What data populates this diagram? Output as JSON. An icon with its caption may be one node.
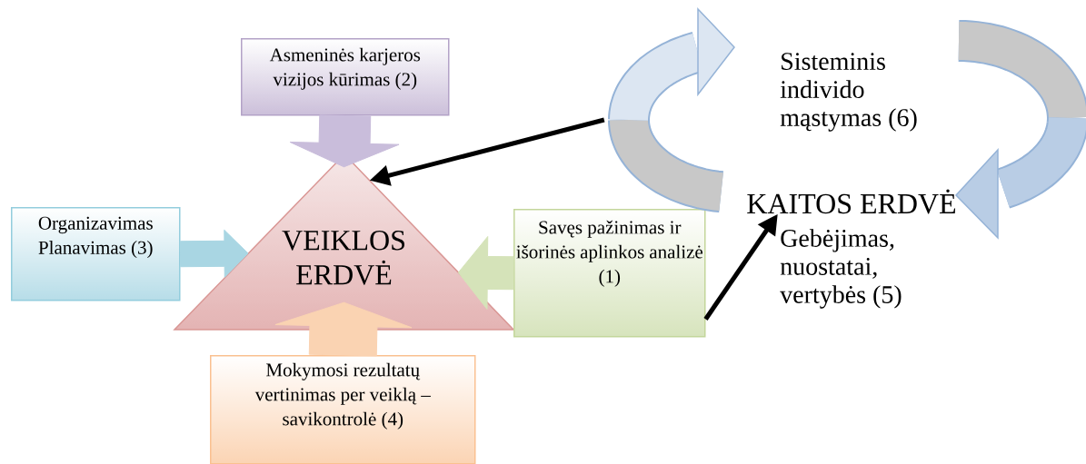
{
  "diagram": {
    "nodes": [
      {
        "text": [
          "VEIKLOS ERDVĖ"
        ]
      },
      {
        "text": [
          "Asmeninės karjeros vizijos kūrimas (2)"
        ]
      },
      {
        "text": [
          "Organizavimas Planavimas (3)"
        ]
      },
      {
        "text": [
          "Savęs pažinimas ir išorinės aplinkos analizė (1)"
        ]
      },
      {
        "text": [
          "Mokymosi rezultatų vertinimas per veiklą – savikontrolė (4)"
        ]
      },
      {
        "text": [],
        "shape": "cycle"
      },
      {
        "text": [
          "Sisteminis individo mąstymas (6)"
        ],
        "in": 5
      },
      {
        "text": [
          "KAITOS ERDVĖ"
        ],
        "in": 5
      },
      {
        "text": [
          "Gebėjimas, nuostatai, vertybės (5)"
        ]
      }
    ],
    "edges": [
      {
        "from": 1,
        "to": 0,
        "arrow": "to",
        "color": "#c9bddb"
      },
      {
        "from": 2,
        "to": 0,
        "arrow": "to",
        "color": "#a9d6e3"
      },
      {
        "from": 3,
        "to": 0,
        "arrow": "to",
        "color": "#d5e3b9"
      },
      {
        "from": 4,
        "to": 0,
        "arrow": "to",
        "color": "#fad3b2"
      },
      {
        "from": 5,
        "to": 0,
        "arrow": "to",
        "color": "#000000"
      },
      {
        "from": 3,
        "to": 7,
        "arrow": "to",
        "color": "#000000"
      }
    ]
  }
}
